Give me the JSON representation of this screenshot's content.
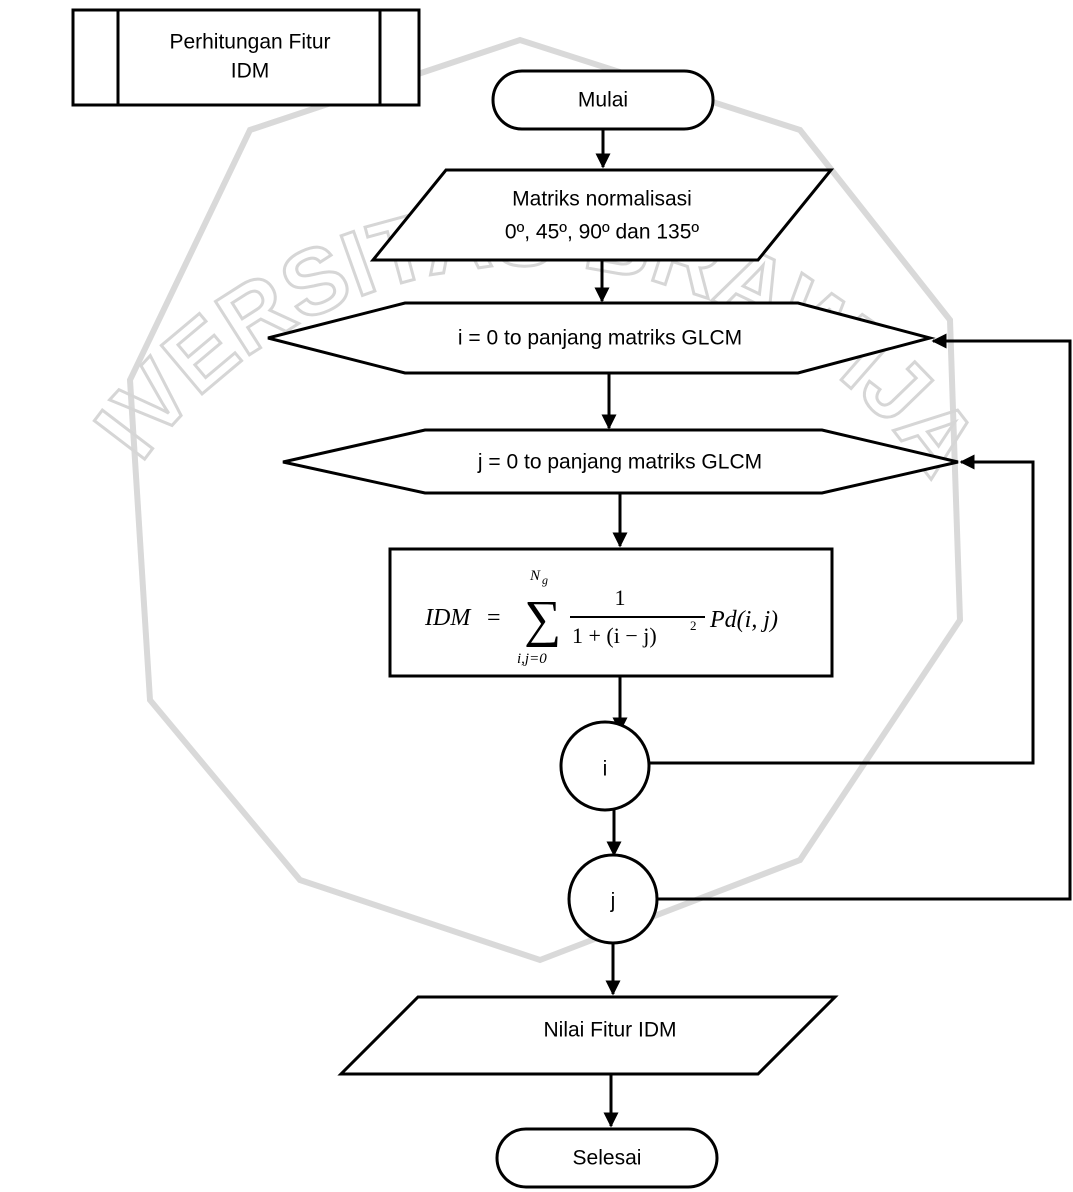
{
  "header": {
    "line1": "Perhitungan Fitur",
    "line2": "IDM"
  },
  "nodes": {
    "start": "Mulai",
    "input_line1": "Matriks normalisasi",
    "input_line2": "0º, 45º, 90º dan 135º",
    "loop_i": "i = 0 to panjang matriks GLCM",
    "loop_j": "j = 0 to panjang matriks GLCM",
    "connector_i": "i",
    "connector_j": "j",
    "output": "Nilai Fitur IDM",
    "end": "Selesai"
  },
  "formula": {
    "lhs": "IDM",
    "equals": "=",
    "sigma": "∑",
    "upper": "N",
    "upper_sub": "g",
    "lower": "i,j=0",
    "numerator": "1",
    "denominator": "1 + (i − j)",
    "denominator_exp": "2",
    "term": "Pd(i, j)"
  },
  "watermark": {
    "text": "UNIVERSITAS BRAWIJAYA"
  }
}
